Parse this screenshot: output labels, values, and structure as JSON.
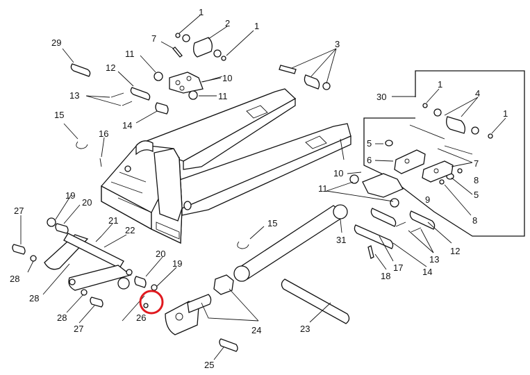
{
  "callouts": [
    "1",
    "2",
    "1",
    "7",
    "29",
    "3",
    "11",
    "12",
    "10",
    "11",
    "13",
    "14",
    "30",
    "1",
    "4",
    "1",
    "15",
    "16",
    "5",
    "6",
    "7",
    "10",
    "8",
    "11",
    "5",
    "9",
    "8",
    "19",
    "20",
    "27",
    "21",
    "22",
    "15",
    "31",
    "17",
    "12",
    "13",
    "18",
    "14",
    "28",
    "20",
    "19",
    "28",
    "28",
    "27",
    "26",
    "24",
    "23",
    "25"
  ],
  "highlight": {
    "color": "#e0191f",
    "target_label": "26"
  },
  "colors": {
    "line": "#111111",
    "background": "#ffffff"
  }
}
